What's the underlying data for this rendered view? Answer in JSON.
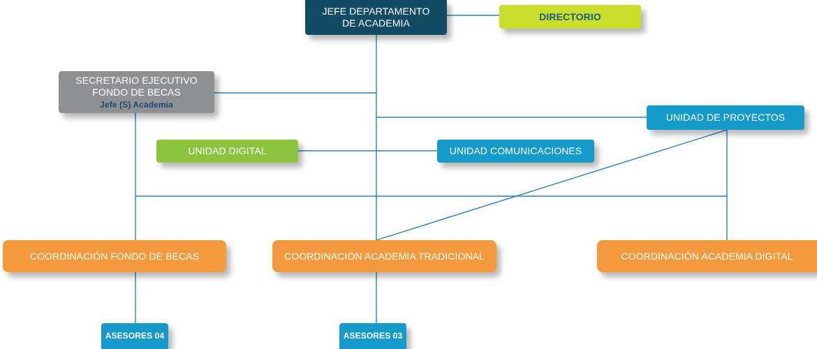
{
  "org_chart": {
    "head": {
      "line1": "JEFE DEPARTAMENTO",
      "line2": "DE ACADEMIA",
      "color": "#134c64"
    },
    "directorio": {
      "label": "DIRECTORIO",
      "color": "#c9dd2c"
    },
    "secretario": {
      "line1": "SECRETARIO EJECUTIVO",
      "line2": "FONDO DE BECAS",
      "subtitle": "Jefe (S) Academia",
      "color": "#8e9093"
    },
    "unidad_proyectos": {
      "label": "UNIDAD DE PROYECTOS",
      "color": "#169ac9"
    },
    "unidad_digital": {
      "label": "UNIDAD DIGITAL",
      "color": "#8bc540"
    },
    "unidad_comunicaciones": {
      "label": "UNIDAD COMUNICACIONES",
      "color": "#169ac9"
    },
    "coordinaciones": [
      {
        "label": "COORDINACIÓN FONDO DE BECAS",
        "color": "#f49a3d"
      },
      {
        "label": "COORDINACIÓN ACADEMIA TRADICIONAL",
        "color": "#f49a3d"
      },
      {
        "label": "COORDINACIÓN ACADEMIA DIGITAL",
        "color": "#f49a3d"
      }
    ],
    "asesores": [
      {
        "label": "ASESORES 04",
        "color": "#169ac9"
      },
      {
        "label": "ASESORES 03",
        "color": "#169ac9"
      }
    ],
    "connector_color": "#2a7fb8"
  }
}
